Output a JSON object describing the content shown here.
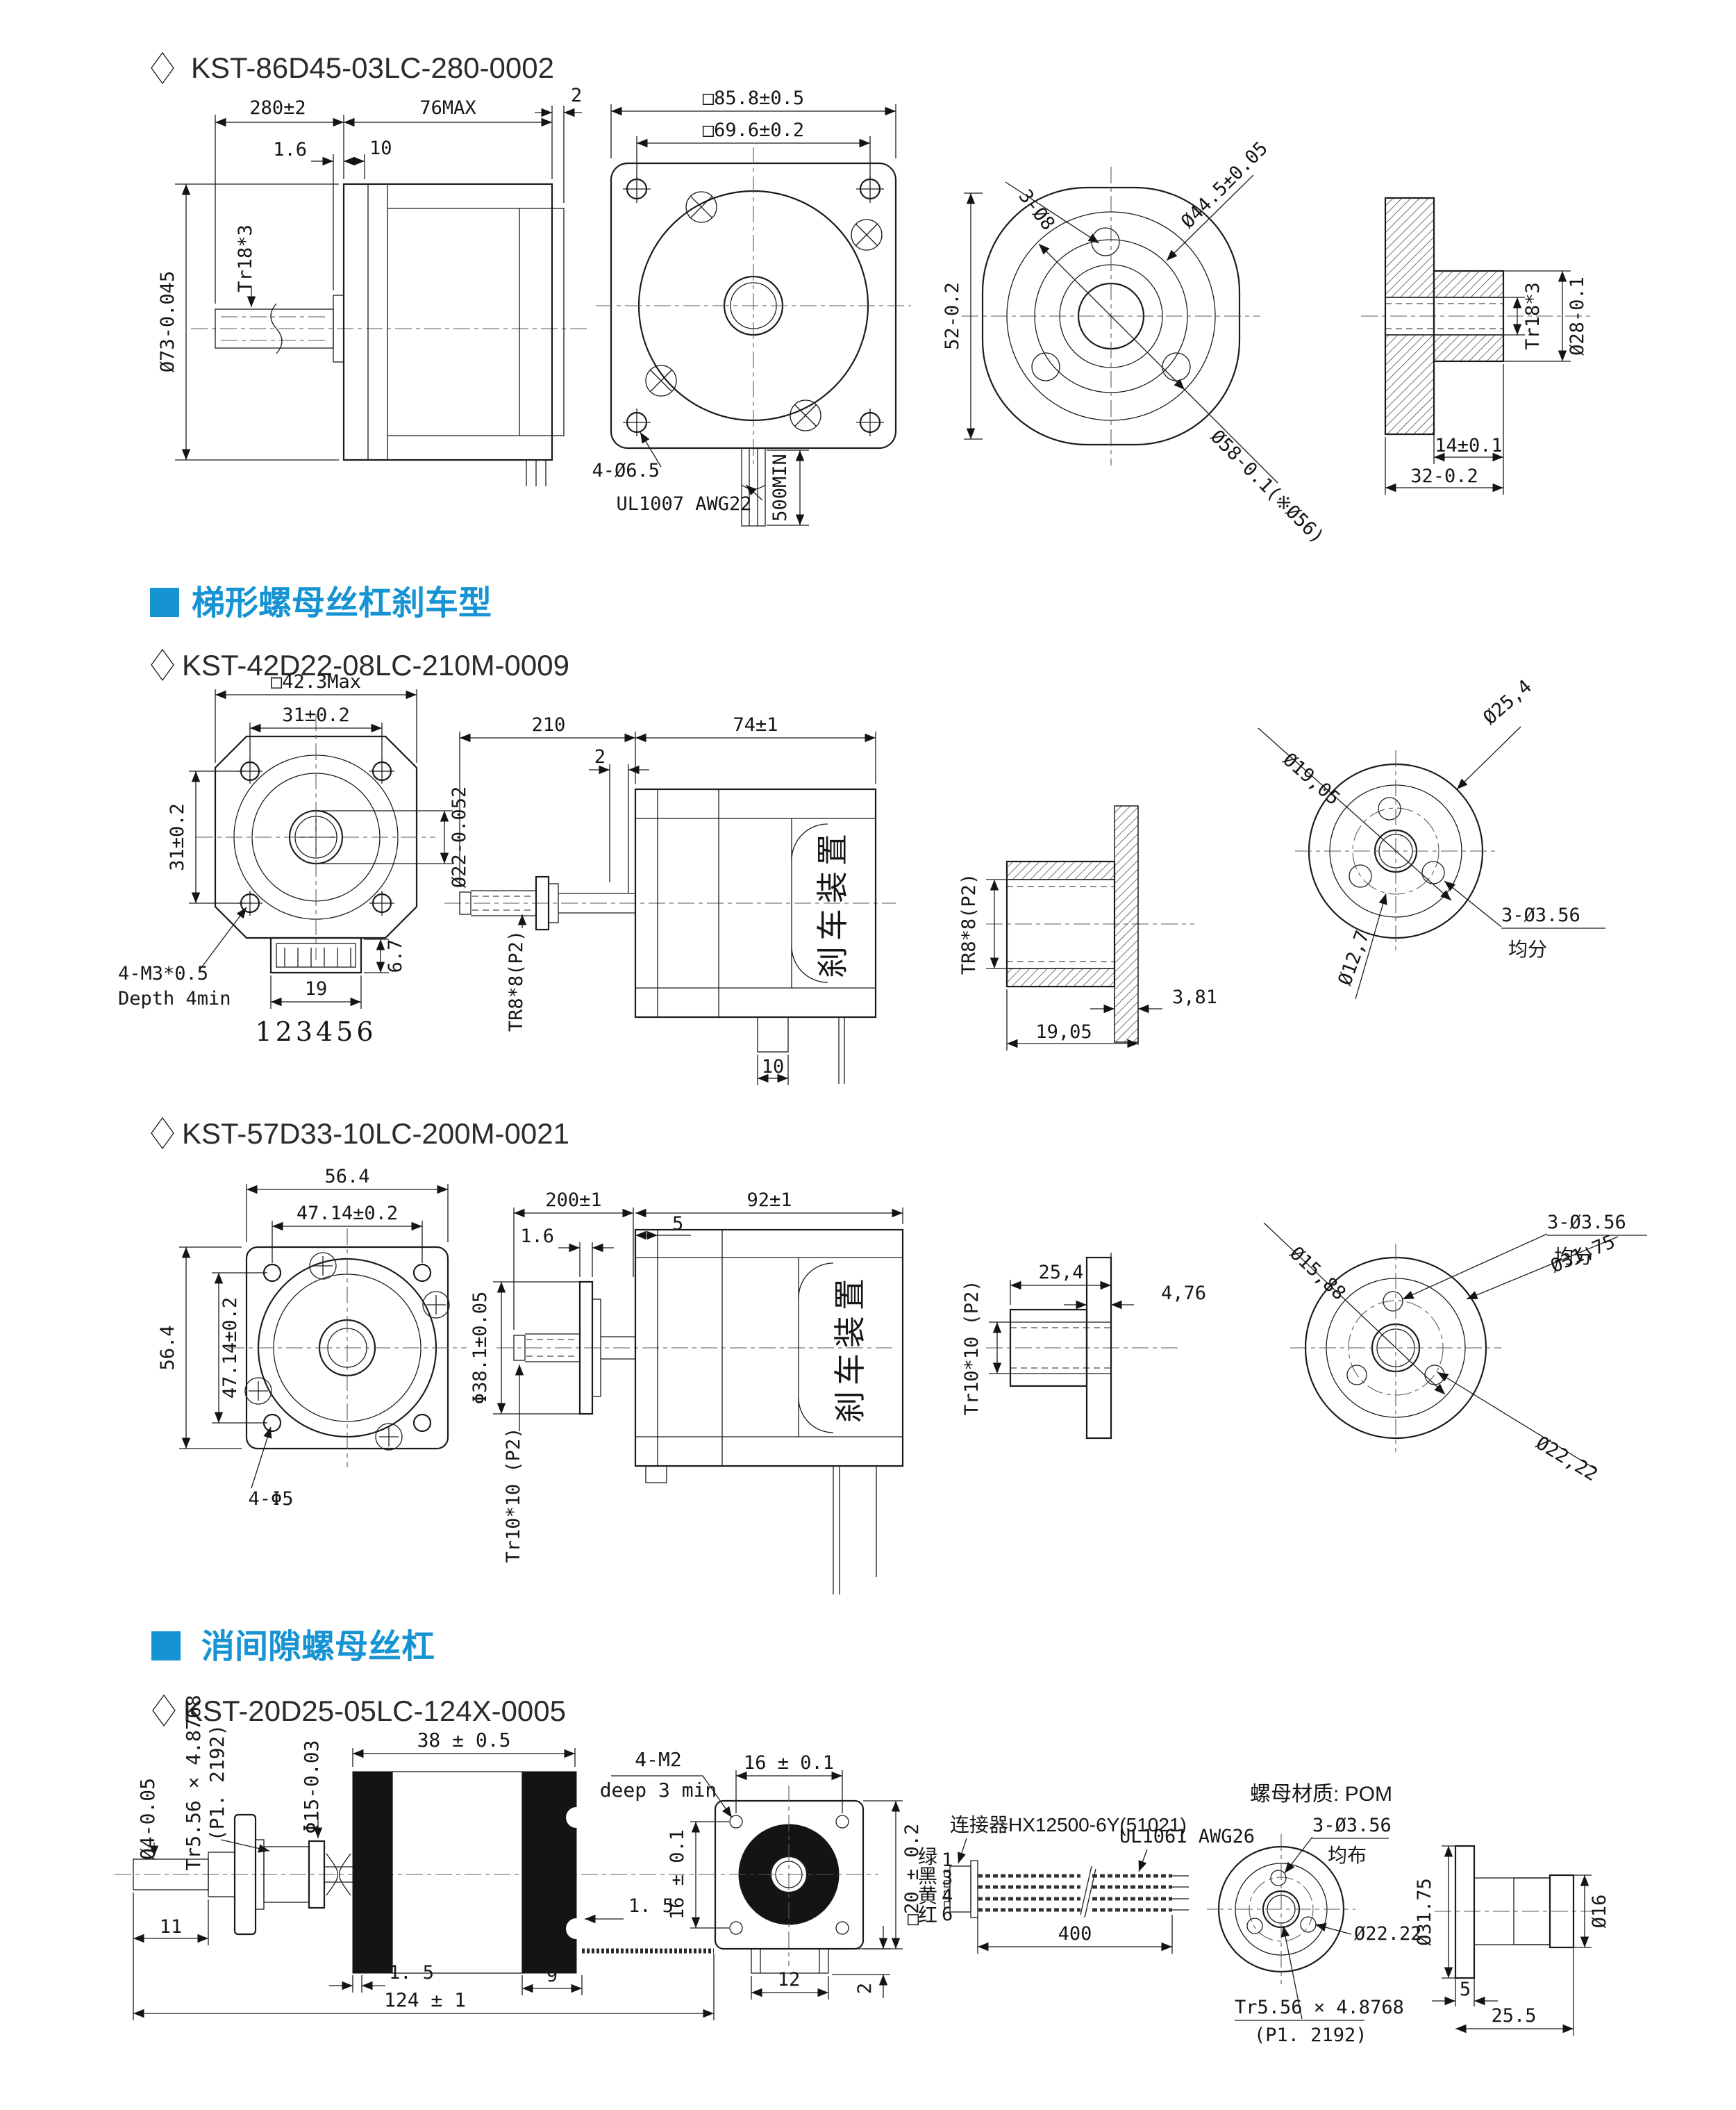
{
  "accent": "#1593d2",
  "s1": {
    "title": "KST-86D45-03LC-280-0002",
    "side": {
      "len": "280±2",
      "body": "76MAX",
      "end": "2",
      "gap": "1.6",
      "boss": "10",
      "thread": "Tr18*3",
      "dia": "Ø73-0.045"
    },
    "front": {
      "outer": "□85.8±0.5",
      "inner": "□69.6±0.2",
      "holes": "4-Ø6.5",
      "cable": "UL1007 AWG22",
      "cable_len": "500MIN"
    },
    "flange": {
      "holes": "3-Ø8",
      "bolt_circle": "Ø44.5±0.05",
      "height": "52-0.2",
      "pilot": "Ø58-0.1(※Ø56)",
      "thread": "Tr18*3",
      "bore": "Ø28-0.1",
      "hub_len": "14±0.1",
      "total_len": "32-0.2"
    }
  },
  "s2": {
    "header": "梯形螺母丝杠刹车型",
    "title": "KST-42D22-08LC-210M-0009",
    "front": {
      "sq": "□42.3Max",
      "w": "31±0.2",
      "h": "31±0.2",
      "pilot": "Ø22-0.052",
      "screws": "4-M3*0.5",
      "screws2": "Depth 4min",
      "conn_w": "19",
      "conn_h": "6.7",
      "pins": "123456"
    },
    "side": {
      "screw_len": "210",
      "gap": "2",
      "body_len": "74±1",
      "brake": "刹车装置",
      "thread": "TR8*8(P2)",
      "tab": "10"
    },
    "nut": {
      "thread": "TR8*8(P2)",
      "flange_t": "3,81",
      "len": "19,05",
      "boss": "Ø19,05",
      "od": "Ø25,4",
      "bc": "Ø12,7",
      "holes": "3-Ø3.56",
      "note": "均分"
    }
  },
  "s3": {
    "title": "KST-57D33-10LC-200M-0021",
    "front": {
      "sq_w": "56.4",
      "w": "47.14±0.2",
      "sq_h": "56.4",
      "h": "47.14±0.2",
      "holes": "4-Φ5"
    },
    "side": {
      "screw_len": "200±1",
      "gap": "1.6",
      "plate": "5",
      "body_len": "92±1",
      "flange": "Φ38.1±0.05",
      "thread": "Tr10*10 (P2)",
      "brake": "刹车装置"
    },
    "nut": {
      "thread": "Tr10*10 (P2)",
      "len": "25,4",
      "flange_t": "4,76",
      "boss": "Ø15,88",
      "holes": "3-Ø3.56",
      "note": "均分",
      "od": "Ø31,75",
      "bc": "Ø22,22"
    }
  },
  "s4": {
    "header": "消间隙螺母丝杠",
    "title": "KST-20D25-05LC-124X-0005",
    "asm": {
      "tip_dia": "Ø4-0.05",
      "thread": "Tr5.56 × 4.8768",
      "pitch": "(P1. 2192)",
      "pilot": "Φ15-0.03",
      "tip_len": "11",
      "total": "124 ± 1",
      "front_t": "1. 5",
      "stack": "38 ± 0.5",
      "rear": "9",
      "rear_gap": "1. 5"
    },
    "front": {
      "screws": "4-M2",
      "depth": "deep 3 min",
      "w": "16 ± 0.1",
      "h": "16 ± 0.1",
      "sq": "□20 ± 0.2",
      "tab_w": "12",
      "tab_h": "2"
    },
    "cable": {
      "colors": [
        "绿",
        "黑",
        "黄",
        "红"
      ],
      "pins": [
        "1",
        "3",
        "4",
        "6"
      ],
      "connector": "连接器HX12500-6Y(51021)",
      "wire": "UL1061 AWG26",
      "len": "400"
    },
    "nut": {
      "material": "螺母材质: POM",
      "holes": "3-Ø3.56",
      "note": "均布",
      "bc": "Ø22.22",
      "thread": "Tr5.56 × 4.8768",
      "pitch": "(P1. 2192)",
      "od": "Ø31.75",
      "bore": "Ø16",
      "flange_t": "5",
      "len": "25.5"
    }
  }
}
